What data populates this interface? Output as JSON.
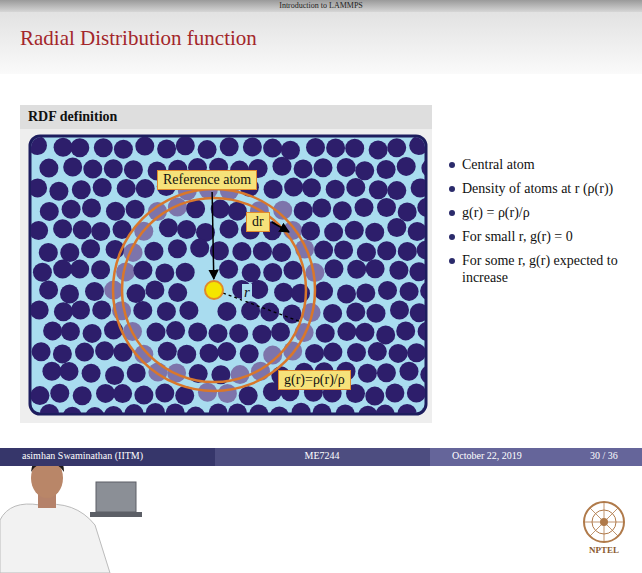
{
  "diagram": {
    "title": "Radial Distribution function",
    "nodes": [
      {
        "text": [
          "RDF definition"
        ]
      },
      {
        "text": [
          "Reference atom"
        ],
        "in": 0
      },
      {
        "text": [
          "dr"
        ],
        "in": 0
      },
      {
        "text": [
          "g(r)=ρ(r)/ρ"
        ],
        "in": 0
      }
    ],
    "labels": [
      "Introduction to LAMMPS",
      "r",
      "Central atom",
      "Density of atoms at r (ρ(r))",
      "g(r) = ρ(r)/ρ",
      "For small r, g(r) = 0",
      "For some r, g(r) expected to increase",
      "asimhan Swaminathan (IITM)",
      "ME7244",
      "October 22, 2019",
      "30 / 36",
      "NPTEL"
    ]
  }
}
